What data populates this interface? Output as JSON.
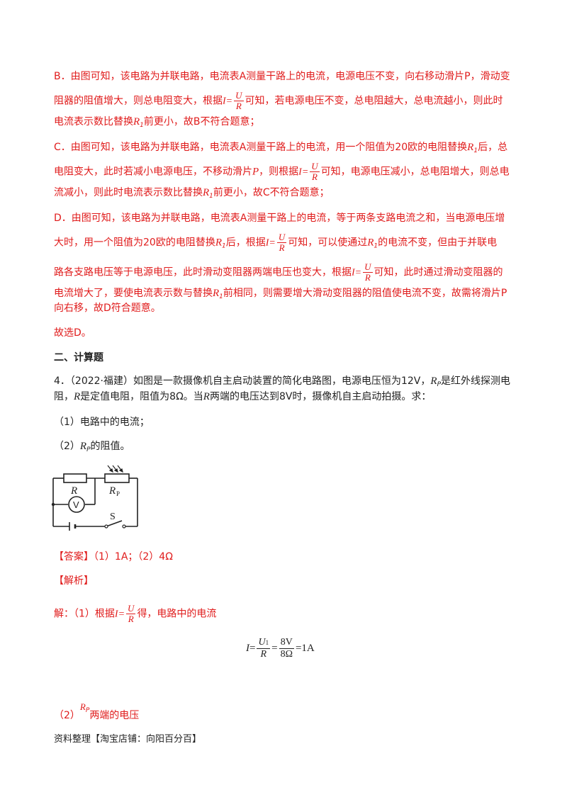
{
  "option_b": {
    "l1": "B．由图可知，该电路为并联电路，电流表A测量干路上的电流，电源电压不变，向右移动滑片P，滑动变",
    "l2a": "阻器的阻值增大，则总电阻变大，根据",
    "l2b": "可知，若电源电压不变，总电阻越大，总电流越小，则此时",
    "l3a": "电流表示数比替换",
    "l3b": "前更小，故B不符合题意；"
  },
  "option_c": {
    "l1a": "C．由图可知，该电路为并联电路，电流表A测量干路上的电流，用一个阻值为20欧的电阻替换",
    "l1b": "后，总",
    "l2a": "电阻变大，此时若减小电源电压，不移动滑片",
    "l2b": "，则根据",
    "l2c": "可知，电源电压减小，总电阻增大，则总电",
    "l3a": "流减小，则此时电流表示数比替换",
    "l3b": "前更小，故C不符合题意；"
  },
  "option_d": {
    "l1": "D．由图可知，该电路为并联电路，电流表A测量干路上的电流，等于两条支路电流之和，当电源电压增",
    "l2a": "大时，用一个阻值为20欧的电阻替换",
    "l2b": "后，根据",
    "l2c": "可知，可以使通过",
    "l2d": "的电流不变，但由于并联电",
    "l3a": "路各支路电压等于电源电压，此时滑动变阻器两端电压也变大，根据",
    "l3b": "可知，此时通过滑动变阻器的",
    "l4": "电流增大了，要使电流表示数与替换",
    "l4b": "前相同，则需要增大滑动变阻器的阻值使电流不变，故需将滑片P",
    "l5": "向右移，故D符合题意。"
  },
  "choice": "故选D。",
  "section_title": "二、计算题",
  "q4": {
    "l1a": "4．（2022·福建）如图是一款摄像机自主启动装置的简化电路图，电源电压恒为12V，",
    "l1b": "是红外线探测电",
    "l2a": "阻，",
    "l2b": "是定值电阻，阻值为8Ω。当",
    "l2c": "两端的电压达到8V时，摄像机自主启动拍摄。求：",
    "sub1": "（1）电路中的电流；",
    "sub2a": "（2）",
    "sub2b": "的阻值。"
  },
  "circuit": {
    "label_r": "R",
    "label_rp": "R",
    "label_rp_sub": "P",
    "label_v": "V",
    "label_s": "S"
  },
  "answer": {
    "tag": "【答案】",
    "text": "（1）1A；（2）4Ω"
  },
  "analysis": {
    "tag": "【解析】",
    "l1a": "解：（1）根据",
    "l1b": "得，电路中的电流"
  },
  "formula": {
    "i": "I",
    "eq": "=",
    "num1": "U",
    "num1_sub": "1",
    "den1": "R",
    "num2": "8V",
    "den2": "8Ω",
    "result": "=1A"
  },
  "part2": {
    "a": "（2）",
    "b": "两端的电压"
  },
  "footer": "资料整理【淘宝店铺：向阳百分百】",
  "sym": {
    "I": "I",
    "eq": "=",
    "U": "U",
    "R": "R",
    "R1": "R",
    "sub1": "1",
    "RP": "R",
    "subP": "P",
    "P": "P"
  }
}
